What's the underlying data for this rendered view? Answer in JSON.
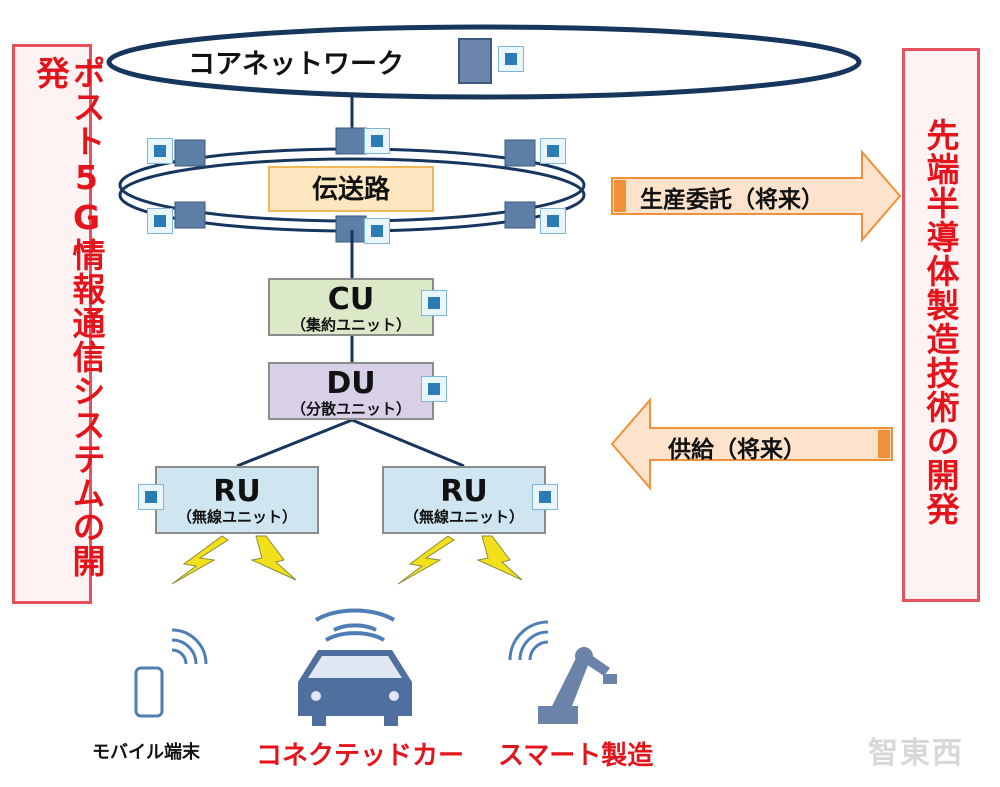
{
  "core_network": {
    "label": "コアネットワーク"
  },
  "transport": {
    "label": "伝送路"
  },
  "cu": {
    "label": "CU",
    "sub": "（集約ユニット）"
  },
  "du": {
    "label": "DU",
    "sub": "（分散ユニット）"
  },
  "ru_left": {
    "label": "RU",
    "sub": "（無線ユニット）"
  },
  "ru_right": {
    "label": "RU",
    "sub": "（無線ユニット）"
  },
  "left_panel": {
    "title": "ポスト5G情報通信システムの開発"
  },
  "right_panel": {
    "title": "先端半導体製造技術の開発"
  },
  "arrow_right": {
    "label": "生産委託（将来）"
  },
  "arrow_left": {
    "label": "供給（将来）"
  },
  "devices": {
    "mobile": "モバイル端末",
    "car": "コネクテッドカー",
    "factory": "スマート製造"
  },
  "watermark": "智東西",
  "colors": {
    "red": "#e3141c",
    "navy": "#17365d",
    "cu_fill": "#dce9c8",
    "du_fill": "#d8d0e6",
    "ru_fill": "#cfe6f0",
    "transport_fill": "#fde7c0",
    "arrow_fill": "#fde3cc",
    "arrow_stroke": "#f0913a"
  }
}
